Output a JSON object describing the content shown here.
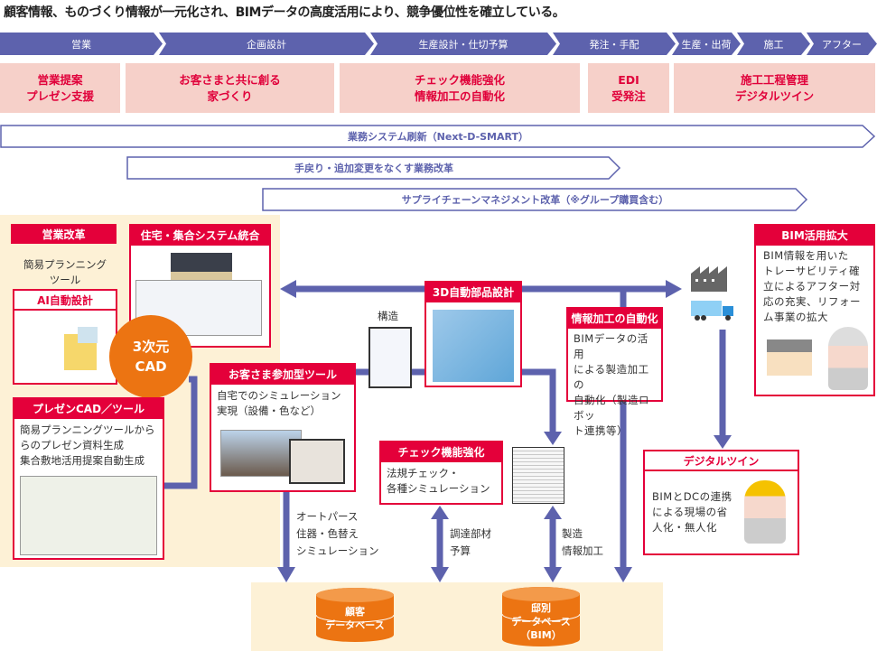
{
  "title": "顧客情報、ものづくり情報が一元化され、BIMデータの高度活用により、競争優位性を確立している。",
  "process": [
    "営業",
    "企画設計",
    "生産設計・仕切予算",
    "発注・手配",
    "生産・出荷",
    "施工",
    "アフター"
  ],
  "themes": [
    "営業提案\nプレゼン支援",
    "お客さまと共に創る\n家づくり",
    "チェック機能強化\n情報加工の自動化",
    "EDI\n受発注",
    "施工工程管理\nデジタルツイン"
  ],
  "initiatives": [
    "業務システム刷新（Next-D-SMART）",
    "手戻り・追加変更をなくす業務改革",
    "サプライチェーンマネジメント改革（※グループ購買含む）"
  ],
  "sales_reform": {
    "label": "営業改革",
    "planning_tool": "簡易プランニング\nツール",
    "ai_design": "AI自動設計",
    "presen": {
      "title": "プレゼンCAD／ツール",
      "body": "簡易プランニングツールから\nらのプレゼン資料生成\n集合敷地活用提案自動生成"
    }
  },
  "system_integration": "住宅・集合システム統合",
  "cad": "3次元\nCAD",
  "customer_tool": {
    "title": "お客さま参加型ツール",
    "body": "自宅でのシミュレーション\n実現（設備・色など）"
  },
  "structure_label": "構造",
  "auto_parts": "3D自動部品設計",
  "info_automation": {
    "title": "情報加工の自動化",
    "body": "BIMデータの活用\nによる製造加工の\n自動化（製造ロボッ\nト連携等）"
  },
  "bim_expand": {
    "title": "BIM活用拡大",
    "body": "BIM情報を用いた\nトレーサビリティ確\n立によるアフター対\n応の充実、リフォー\nム事業の拡大"
  },
  "check": {
    "title": "チェック機能強化",
    "body": "法規チェック・\n各種シミュレーション"
  },
  "digital_twin": {
    "title": "デジタルツイン",
    "body": "BIMとDCの連携\nによる現場の省\n人化・無人化"
  },
  "flow_labels": {
    "autoperth": "オートパース\n住器・色替え\nシミュレーション",
    "procure": "調達部材\n予算",
    "manufacture": "製造\n情報加工"
  },
  "databases": {
    "customer": "顧客\nデータベース",
    "house": "邸別\nデータベース\n（BIM）"
  },
  "colors": {
    "accent": "#5d62ad",
    "red": "#e4003a",
    "orange": "#ec7412",
    "cream": "#fdf1d6",
    "pink": "#f6d0c9"
  }
}
